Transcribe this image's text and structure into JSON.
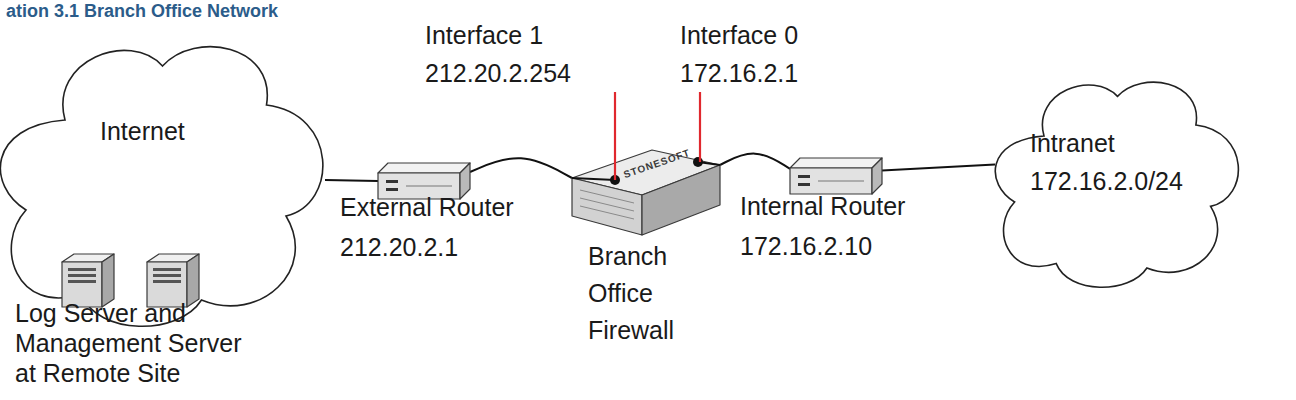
{
  "diagram": {
    "title": "ation 3.1 Branch Office Network",
    "nodes": [
      {
        "text": [
          "Internet"
        ]
      },
      {
        "text": [
          "Log Server and Management Server at Remote Site"
        ],
        "in": 0
      },
      {
        "text": [
          "External Router",
          "212.20.2.1"
        ]
      },
      {
        "text": [
          "Branch Office Firewall"
        ]
      },
      {
        "text": [
          "Internal Router",
          "172.16.2.10"
        ]
      },
      {
        "text": [
          "Intranet",
          "172.16.2.0/24"
        ]
      }
    ],
    "edges": [
      {
        "from": 0,
        "to": 2,
        "arrow": "none"
      },
      {
        "from": 2,
        "to": 3,
        "arrow": "none"
      },
      {
        "from": 3,
        "to": 4,
        "arrow": "none"
      },
      {
        "from": 4,
        "to": 5,
        "arrow": "none"
      }
    ],
    "labels": [
      "Interface 1",
      "212.20.2.254",
      "Interface 0",
      "172.16.2.1",
      "STONESOFT"
    ]
  }
}
